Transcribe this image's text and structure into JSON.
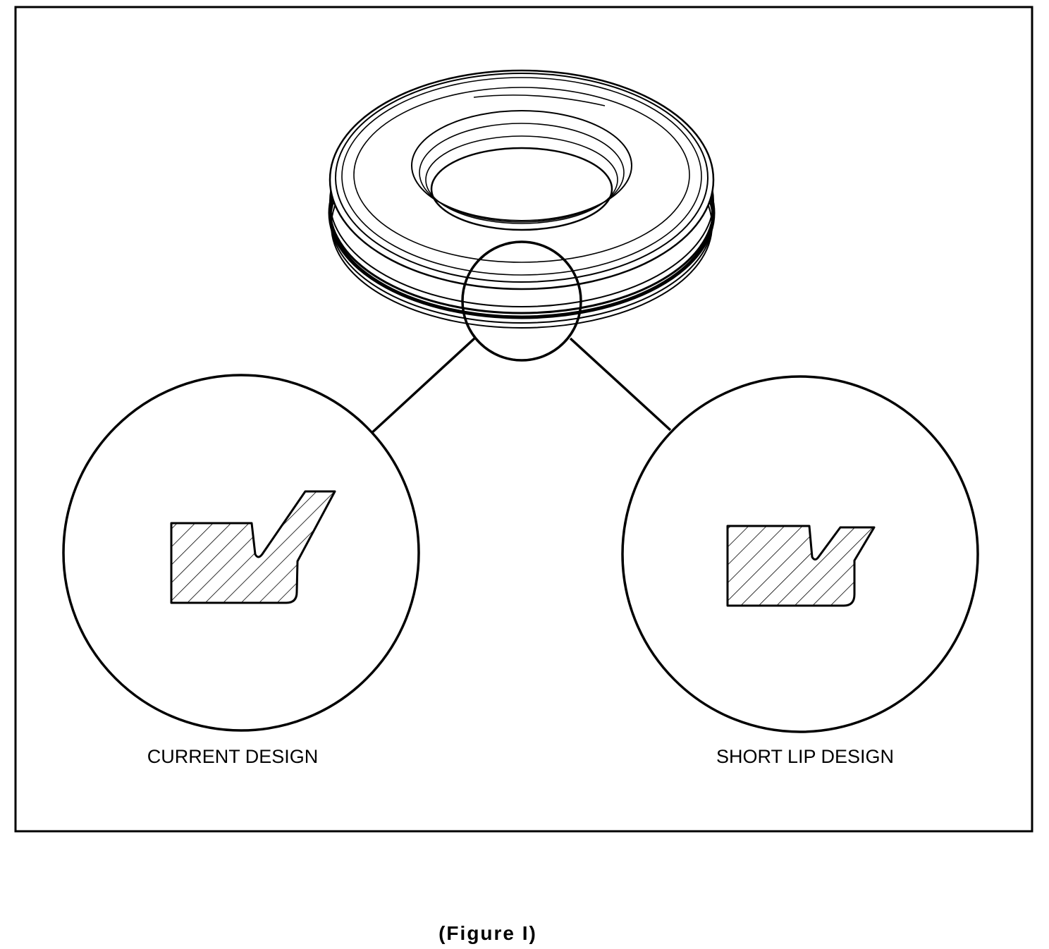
{
  "diagram": {
    "labels": {
      "left": "CURRENT DESIGN",
      "right": "SHORT LIP DESIGN"
    },
    "caption": "(Figure I)"
  }
}
